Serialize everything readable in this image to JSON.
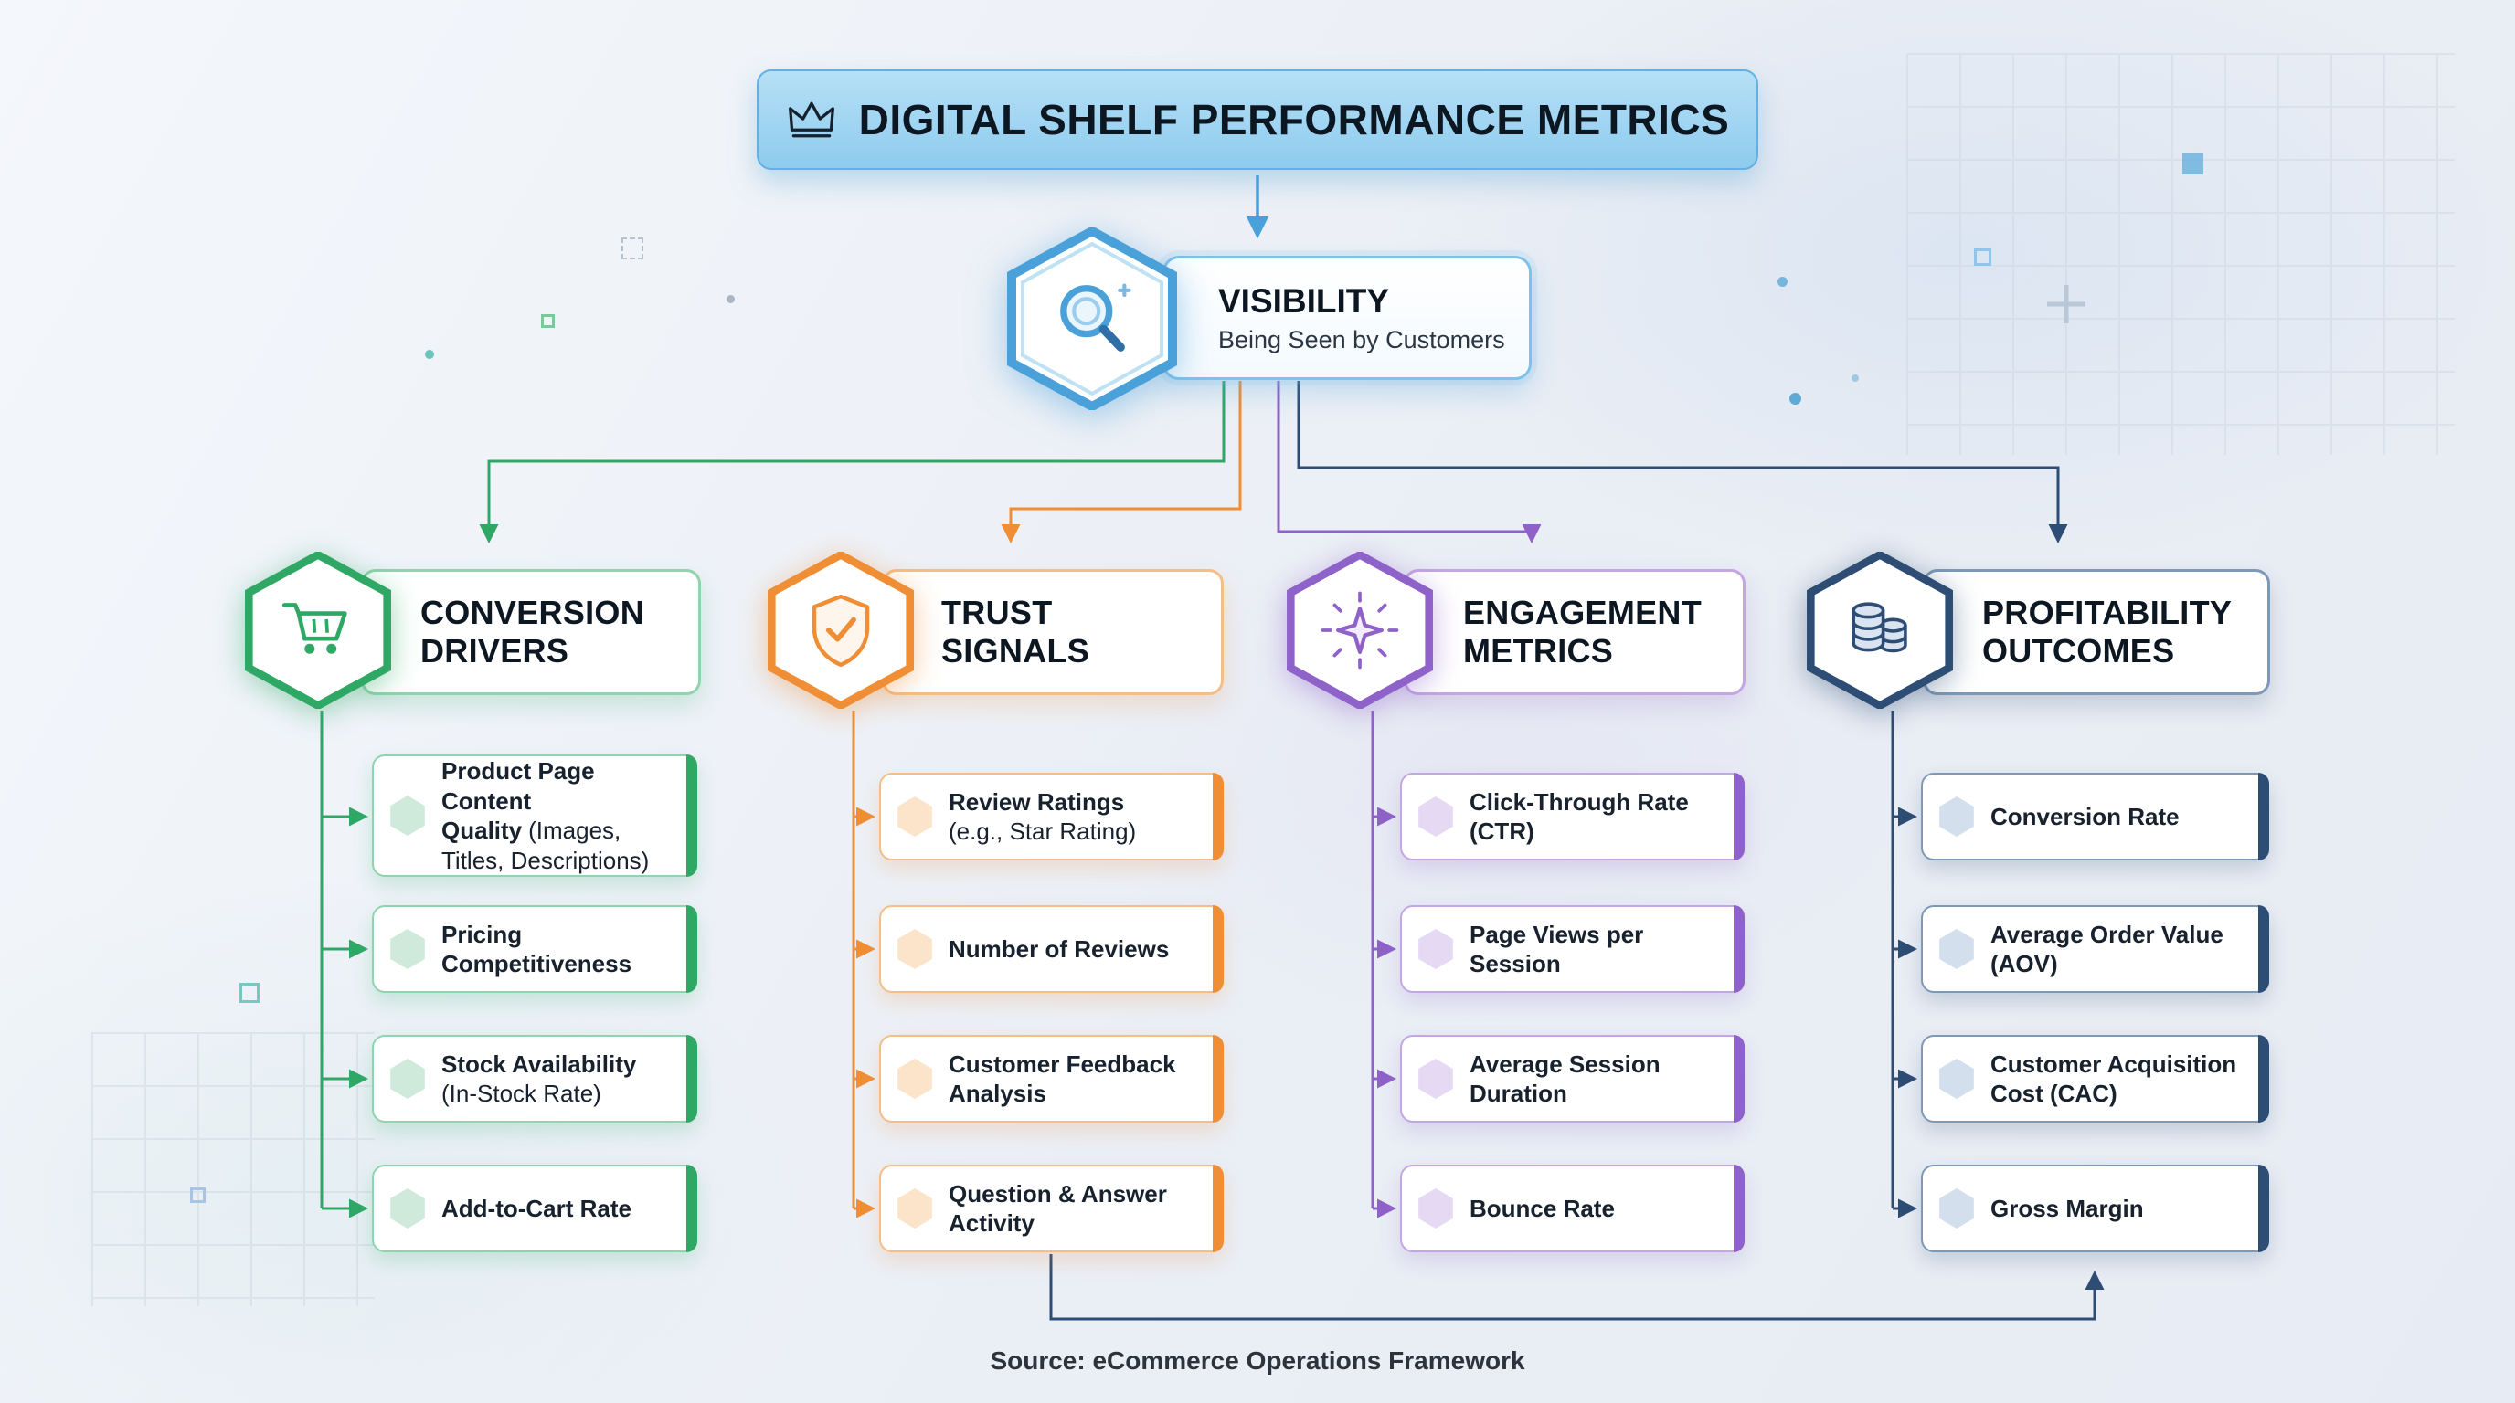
{
  "page": {
    "title": "DIGITAL SHELF PERFORMANCE METRICS",
    "title_icon": "crown-icon",
    "source": "Source: eCommerce Operations Framework"
  },
  "root": {
    "title": "VISIBILITY",
    "subtitle": "Being Seen by Customers",
    "icon": "magnifier-icon",
    "color": "#4aa0d8"
  },
  "columns": [
    {
      "label": "CONVERSION DRIVERS",
      "icon": "shopping-cart-icon",
      "color": "#2fa866",
      "items": [
        {
          "title": "Product Page Content Quality",
          "subtitle": "(Images, Titles, Descriptions)"
        },
        {
          "title": "Pricing Competitiveness",
          "subtitle": ""
        },
        {
          "title": "Stock Availability",
          "subtitle": "(In-Stock Rate)"
        },
        {
          "title": "Add-to-Cart Rate",
          "subtitle": ""
        }
      ]
    },
    {
      "label": "TRUST SIGNALS",
      "icon": "shield-check-icon",
      "color": "#ef8e35",
      "items": [
        {
          "title": "Review Ratings",
          "subtitle": "(e.g., Star Rating)"
        },
        {
          "title": "Number of Reviews",
          "subtitle": ""
        },
        {
          "title": "Customer Feedback Analysis",
          "subtitle": ""
        },
        {
          "title": "Question & Answer Activity",
          "subtitle": ""
        }
      ]
    },
    {
      "label": "ENGAGEMENT METRICS",
      "icon": "sparkle-star-icon",
      "color": "#8f62c9",
      "items": [
        {
          "title": "Click-Through Rate (CTR)",
          "subtitle": ""
        },
        {
          "title": "Page Views per Session",
          "subtitle": ""
        },
        {
          "title": "Average Session Duration",
          "subtitle": ""
        },
        {
          "title": "Bounce Rate",
          "subtitle": ""
        }
      ]
    },
    {
      "label": "PROFITABILITY OUTCOMES",
      "icon": "coin-stack-icon",
      "color": "#2d4d74",
      "items": [
        {
          "title": "Conversion Rate",
          "subtitle": ""
        },
        {
          "title": "Average Order Value (AOV)",
          "subtitle": ""
        },
        {
          "title": "Customer Acquisition Cost (CAC)",
          "subtitle": ""
        },
        {
          "title": "Gross Margin",
          "subtitle": ""
        }
      ]
    }
  ],
  "colors": {
    "title_fill": "#9fd3ee",
    "title_border": "#5fb2e3",
    "blue": "#4aa0d8",
    "green": "#2fa866",
    "orange": "#ef8e35",
    "purple": "#8f62c9",
    "navy": "#2d4d74",
    "background": "#eaeef5"
  }
}
